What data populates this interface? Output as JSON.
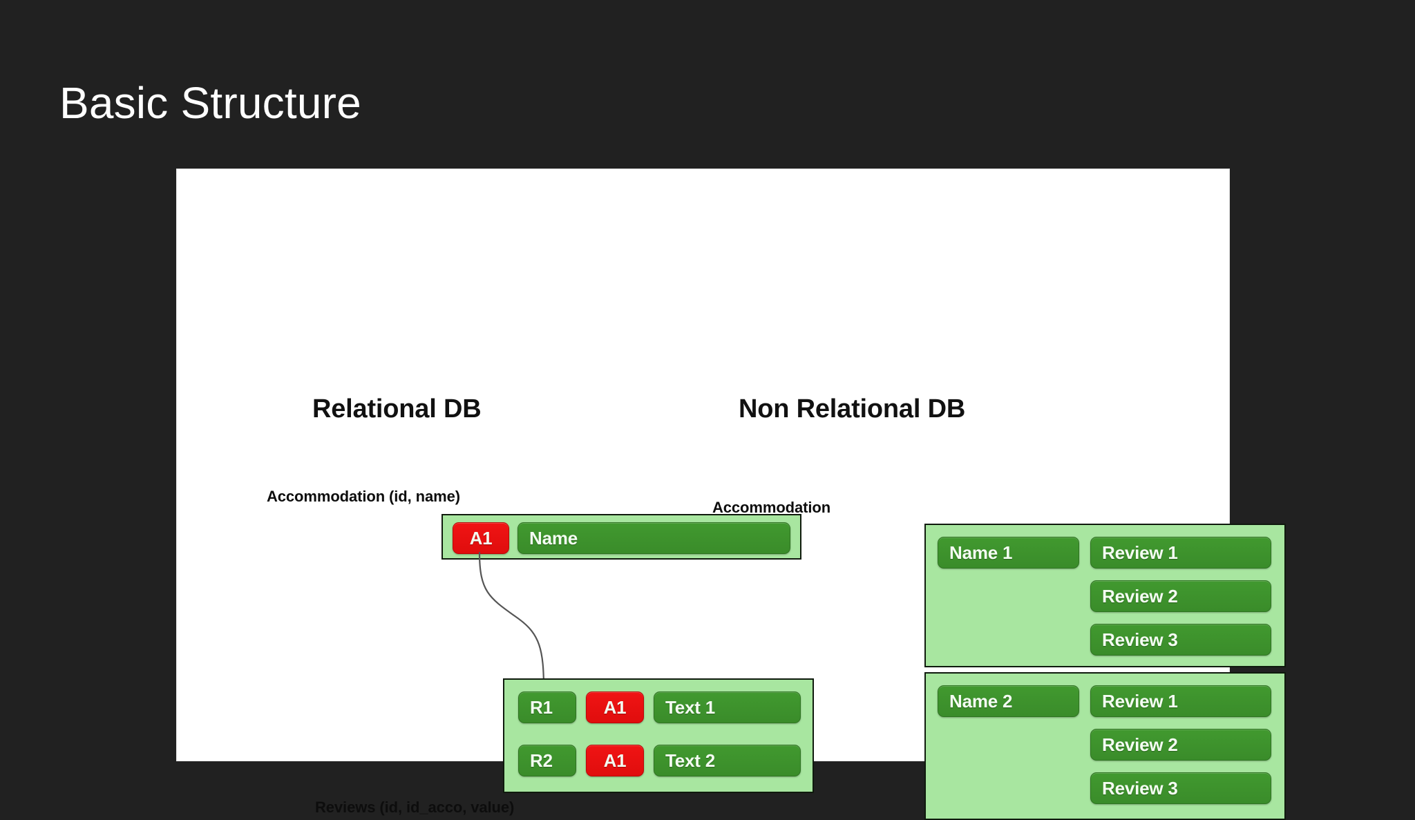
{
  "slide": {
    "title": "Basic Structure",
    "background_color": "#212121",
    "canvas_color": "#ffffff"
  },
  "palette": {
    "pill_green": "#41992f",
    "pill_red": "#f01414",
    "container_green": "#a8e6a0",
    "border_dark": "#0f1a0d",
    "title_text": "#ffffff",
    "body_text": "#0d0d0d"
  },
  "relational": {
    "heading": "Relational DB",
    "accommodation": {
      "caption": "Accommodation (id, name)",
      "cells": [
        {
          "label": "A1",
          "kind": "key"
        },
        {
          "label": "Name",
          "kind": "value"
        }
      ]
    },
    "reviews": {
      "caption": "Reviews (id, id_acco, value)",
      "rows": [
        [
          {
            "label": "R1",
            "kind": "value"
          },
          {
            "label": "A1",
            "kind": "key"
          },
          {
            "label": "Text 1",
            "kind": "value"
          }
        ],
        [
          {
            "label": "R2",
            "kind": "value"
          },
          {
            "label": "A1",
            "kind": "key"
          },
          {
            "label": "Text 2",
            "kind": "value"
          }
        ]
      ]
    },
    "connector": {
      "from": "accommodation.A1",
      "to": "reviews.row1.A1",
      "stroke": "#555555"
    }
  },
  "non_relational": {
    "heading": "Non Relational DB",
    "collection_caption": "Accommodation",
    "documents": [
      {
        "name": "Name 1",
        "reviews": [
          "Review 1",
          "Review 2",
          "Review 3"
        ]
      },
      {
        "name": "Name 2",
        "reviews": [
          "Review 1",
          "Review 2",
          "Review 3"
        ]
      }
    ]
  }
}
